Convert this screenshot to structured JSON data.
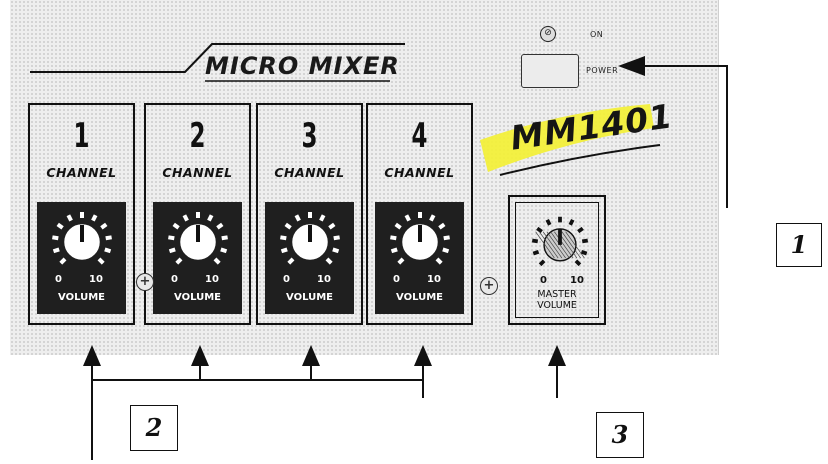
{
  "panel": {
    "title": "MICRO MIXER",
    "model": "MM1401",
    "power": {
      "on_label": "ON",
      "button_label": "POWER"
    }
  },
  "channels": [
    {
      "number": "1",
      "label": "CHANNEL",
      "scale_min": "0",
      "scale_max": "10",
      "knob_label": "VOLUME"
    },
    {
      "number": "2",
      "label": "CHANNEL",
      "scale_min": "0",
      "scale_max": "10",
      "knob_label": "VOLUME"
    },
    {
      "number": "3",
      "label": "CHANNEL",
      "scale_min": "0",
      "scale_max": "10",
      "knob_label": "VOLUME"
    },
    {
      "number": "4",
      "label": "CHANNEL",
      "scale_min": "0",
      "scale_max": "10",
      "knob_label": "VOLUME"
    }
  ],
  "master": {
    "scale_min": "0",
    "scale_max": "10",
    "label_line1": "MASTER",
    "label_line2": "VOLUME"
  },
  "callouts": {
    "c1": "1",
    "c2": "2",
    "c3": "3"
  },
  "colors": {
    "panel": "#eeeeee",
    "highlight": "#f2ef3a",
    "ink": "#111111",
    "knob_box": "#1f1f1f"
  }
}
